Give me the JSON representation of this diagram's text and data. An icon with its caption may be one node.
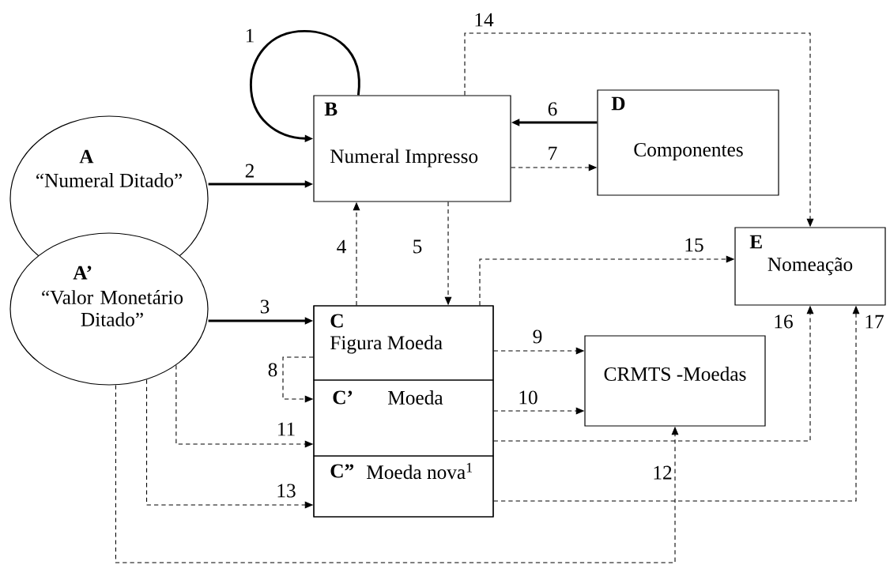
{
  "diagram": {
    "nodes": [
      {
        "text": [
          "A",
          "“Numeral Ditado”"
        ]
      },
      {
        "text": [
          "A’",
          "“Valor Monetário Ditado”"
        ]
      },
      {
        "text": [
          "B",
          "Numeral Impresso"
        ]
      },
      {
        "text": [
          "D",
          "Componentes"
        ]
      },
      {
        "text": [
          "E",
          "Nomeação"
        ]
      },
      {
        "text": [],
        "shape": "box"
      },
      {
        "text": [
          "C",
          "Figura Moeda"
        ],
        "in": 5
      },
      {
        "text": [
          "C’",
          "Moeda"
        ],
        "in": 5
      },
      {
        "text": [
          "C”",
          "Moeda nova$^{1}$"
        ],
        "in": 5
      },
      {
        "text": [
          "CRMTS -Moedas"
        ]
      }
    ],
    "edges": [
      {
        "from": 2,
        "to": 2,
        "arrow": "to",
        "label": "1",
        "style": "thick"
      },
      {
        "from": 0,
        "to": 2,
        "arrow": "to",
        "label": "2",
        "style": "thick"
      },
      {
        "from": 1,
        "to": 6,
        "arrow": "to",
        "label": "3",
        "style": "thick"
      },
      {
        "from": 6,
        "to": 2,
        "arrow": "to",
        "label": "4",
        "style": "dashed"
      },
      {
        "from": 2,
        "to": 6,
        "arrow": "to",
        "label": "5",
        "style": "dashed"
      },
      {
        "from": 3,
        "to": 2,
        "arrow": "to",
        "label": "6",
        "style": "thick"
      },
      {
        "from": 2,
        "to": 3,
        "arrow": "to",
        "label": "7",
        "style": "dashed"
      },
      {
        "from": 6,
        "to": 7,
        "arrow": "to",
        "label": "8",
        "style": "dashed"
      },
      {
        "from": 6,
        "to": 9,
        "arrow": "to",
        "label": "9",
        "style": "dashed"
      },
      {
        "from": 7,
        "to": 9,
        "arrow": "to",
        "label": "10",
        "style": "dashed"
      },
      {
        "from": 1,
        "to": 7,
        "arrow": "to",
        "label": "11",
        "style": "dashed"
      },
      {
        "from": 1,
        "to": 9,
        "arrow": "to",
        "label": "12",
        "style": "dashed"
      },
      {
        "from": 1,
        "to": 8,
        "arrow": "to",
        "label": "13",
        "style": "dashed"
      },
      {
        "from": 2,
        "to": 4,
        "arrow": "to",
        "label": "14",
        "style": "dashed"
      },
      {
        "from": 6,
        "to": 4,
        "arrow": "to",
        "label": "15",
        "style": "dashed"
      },
      {
        "from": 7,
        "to": 4,
        "arrow": "to",
        "label": "16",
        "style": "dashed"
      },
      {
        "from": 8,
        "to": 4,
        "arrow": "to",
        "label": "17",
        "style": "dashed"
      }
    ]
  }
}
